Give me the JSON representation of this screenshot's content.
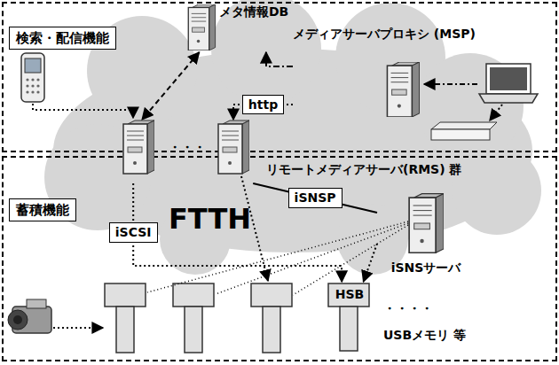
{
  "diagram": {
    "nodes": [
      {
        "text": [
          "検索・配信機能"
        ]
      },
      {
        "text": [
          "蓄積機能"
        ]
      },
      {
        "text": [
          "メタ情報DB"
        ],
        "in": 0
      },
      {
        "text": [
          "メディアサーバプロキシ (MSP)"
        ],
        "in": 0
      },
      {
        "text": [
          "リモートメディアサーバ(RMS) 群"
        ]
      },
      {
        "text": [
          "iSNSサーバ"
        ],
        "in": 1
      },
      {
        "text": [
          "HSB"
        ],
        "in": 1
      }
    ],
    "edges": [
      {
        "from": 2,
        "to": 4,
        "arrow": "both"
      },
      {
        "from": 3,
        "to": 2,
        "arrow": "to"
      },
      {
        "from": 3,
        "to": 4,
        "label": "http",
        "arrow": "to"
      },
      {
        "from": 4,
        "to": 5,
        "label": "iSNSP",
        "arrow": "none"
      },
      {
        "from": 4,
        "to": 6,
        "label": "iSCSI",
        "arrow": "to"
      },
      {
        "from": 5,
        "to": 6,
        "arrow": "to"
      }
    ],
    "labels": [
      "・・・",
      "FTTH",
      "・・・・",
      "USBメモリ 等"
    ]
  }
}
